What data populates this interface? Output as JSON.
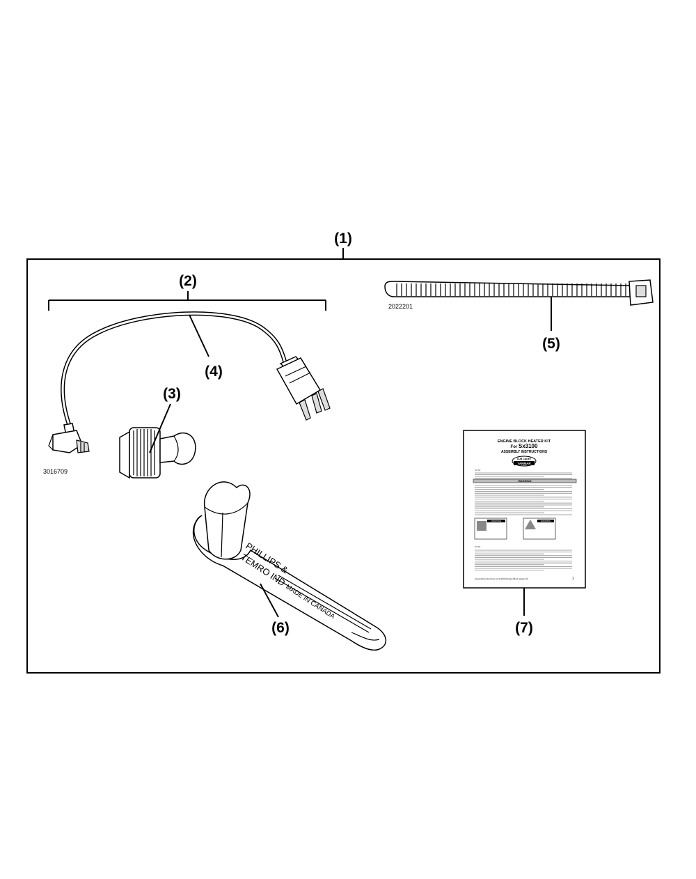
{
  "callouts": {
    "kit": "(1)",
    "cord_bracket": "(2)",
    "heater_element": "(3)",
    "power_cord": "(4)",
    "cable_tie": "(5)",
    "tool": "(6)",
    "instructions": "(7)"
  },
  "part_numbers": {
    "power_cord": "3016709",
    "cable_tie": "2022201"
  },
  "tool_text": {
    "maker_line1": "PHILLIPS &",
    "maker_line2": "TEMRO IND",
    "origin": "MADE IN CANADA"
  },
  "manual": {
    "title_line1": "ENGINE BLOCK HEATER KIT",
    "title_line2_prefix": "For",
    "title_line2_model": "Sx3100",
    "title_line3": "ASSEMBLY INSTRUCTIONS",
    "logo_top": "CUB CADET",
    "logo_bottom": "YANMAR",
    "warning_banner": "WARNING",
    "warning_box_1": "WARNING",
    "warning_box_2": "WARNING",
    "note_label_1": "NOTE",
    "note_label_2": "NOTE",
    "footer": "Assembly Instructions for Sx3100 Engine Block Heater Kit",
    "page_number": "1"
  }
}
